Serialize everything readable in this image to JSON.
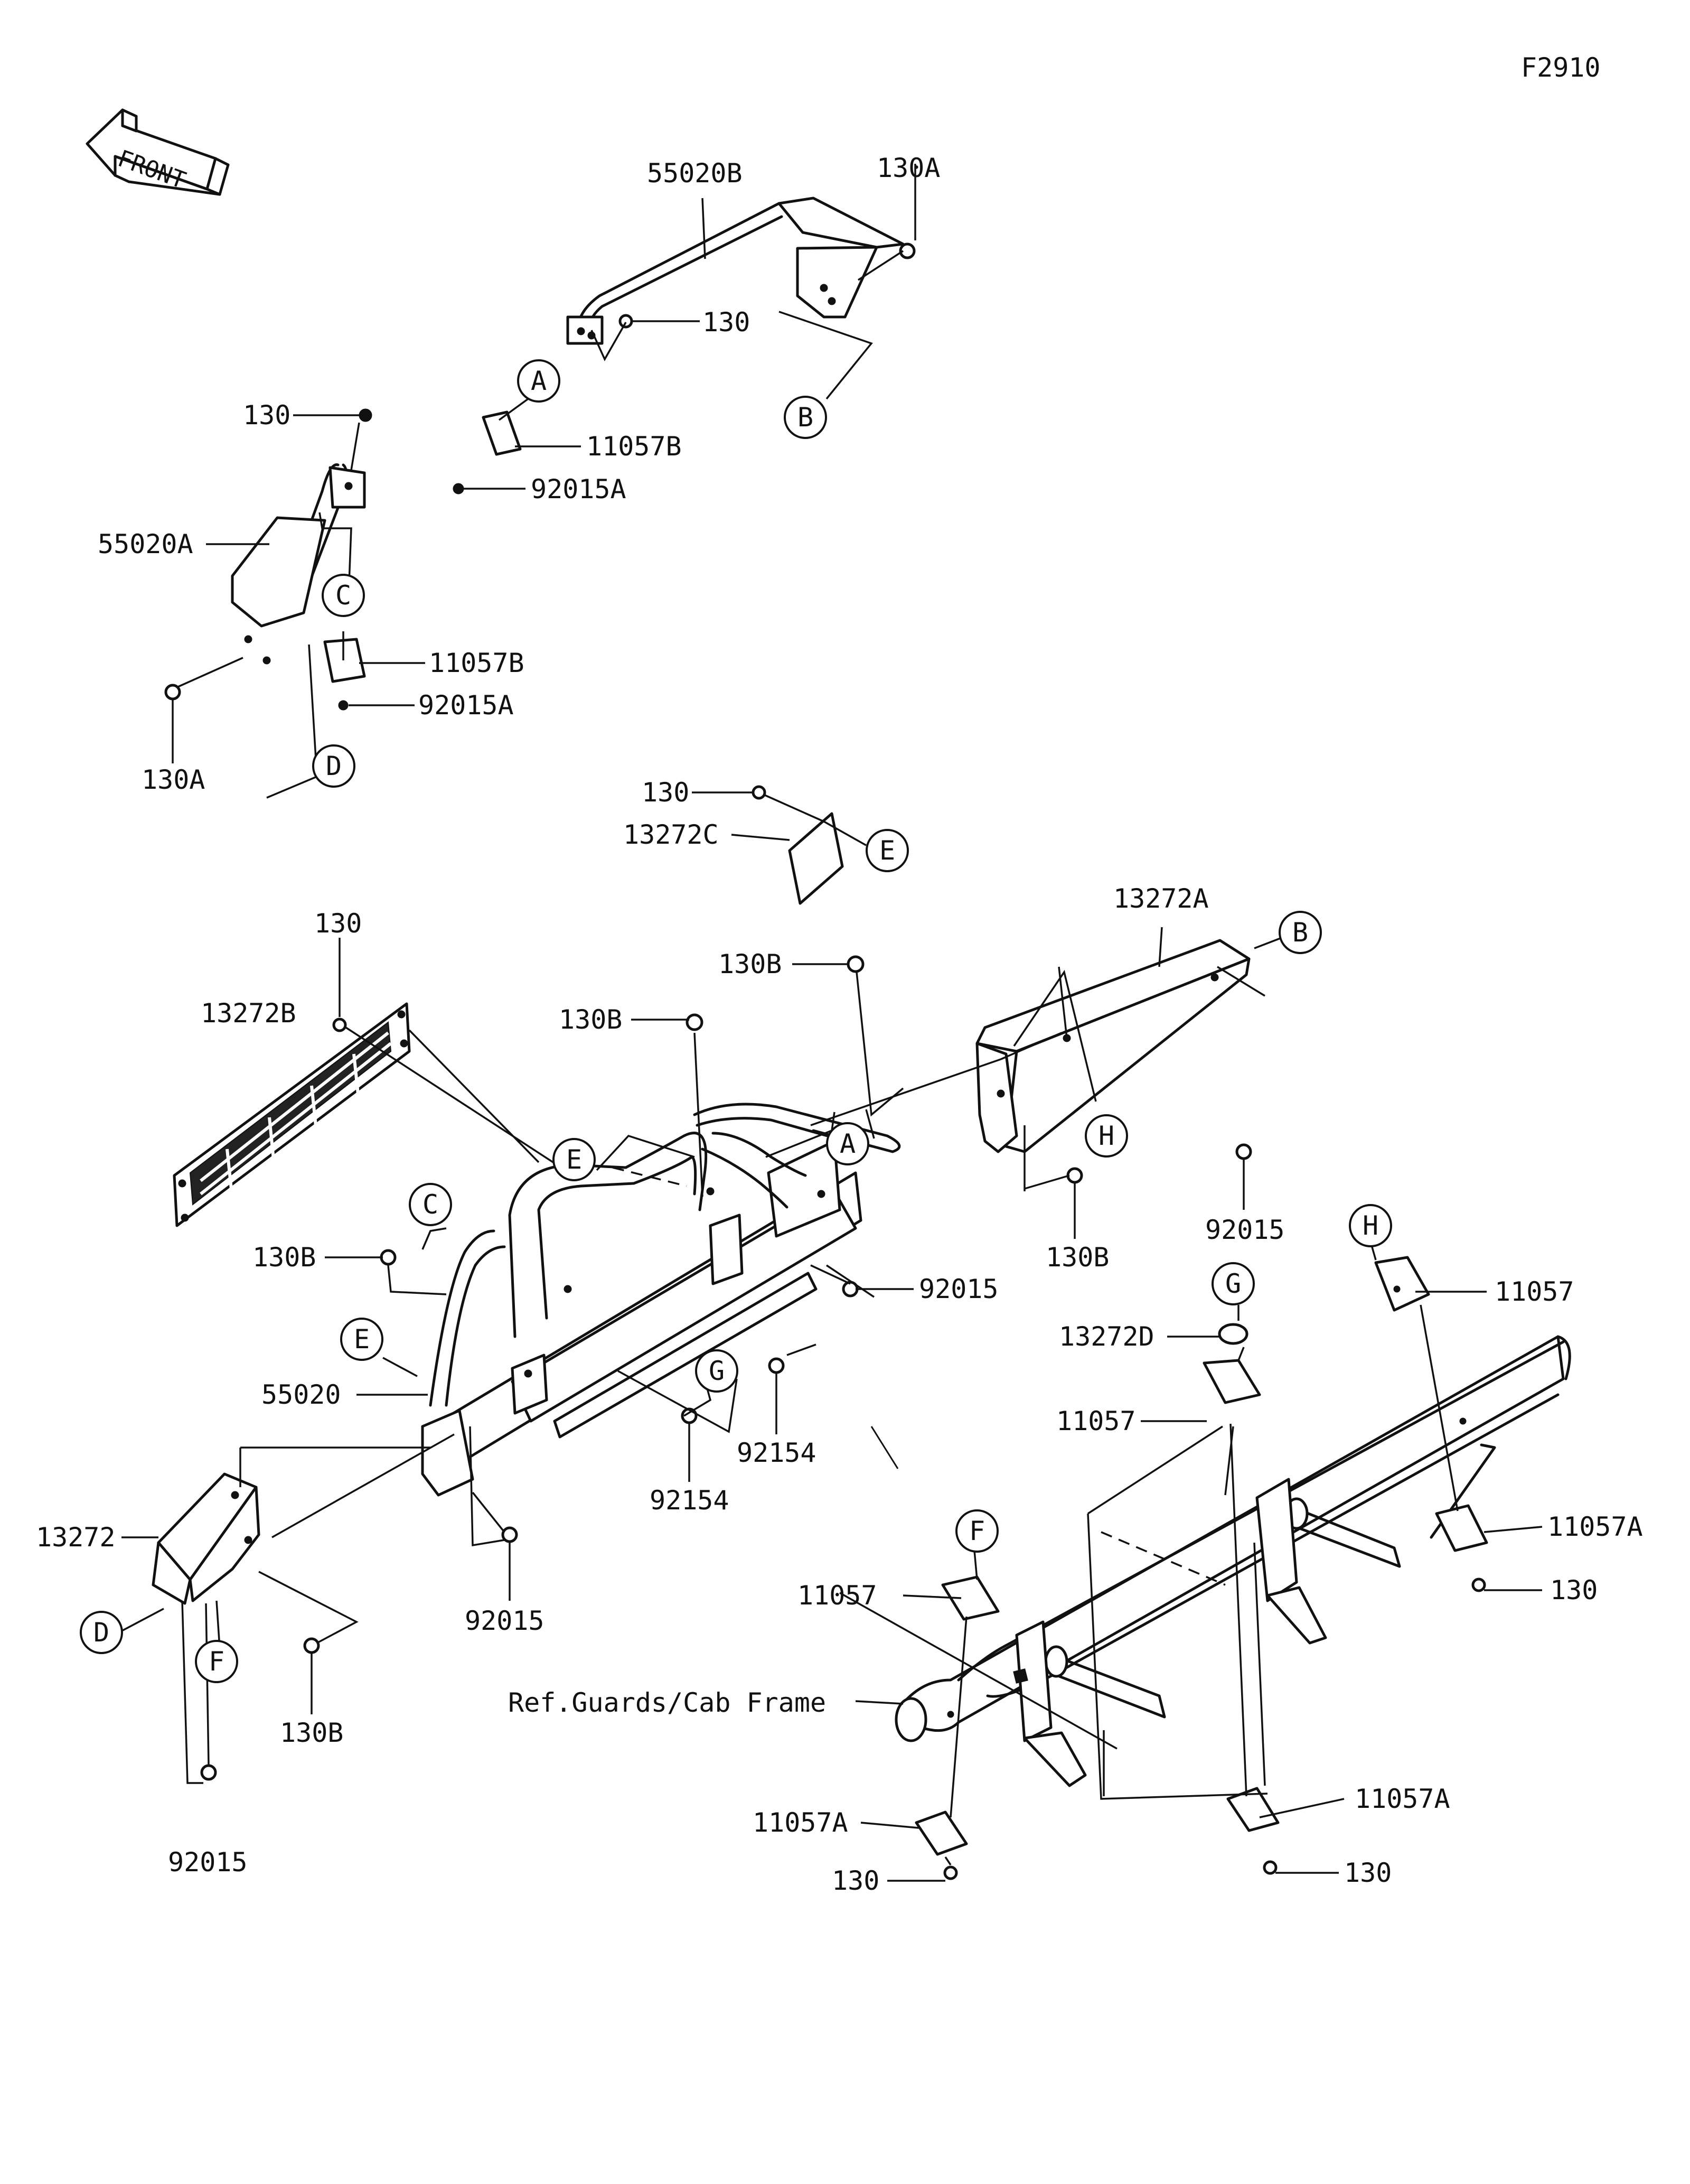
{
  "figure_code": "F2910",
  "front_arrow_label": "FRONT",
  "ref_note": "Ref.Guards/Cab Frame",
  "callouts": [
    {
      "id": "l-55020b",
      "text": "55020B"
    },
    {
      "id": "l-130a-top",
      "text": "130A"
    },
    {
      "id": "l-130-top",
      "text": "130"
    },
    {
      "id": "l-11057b-top",
      "text": "11057B"
    },
    {
      "id": "l-92015a-top",
      "text": "92015A"
    },
    {
      "id": "l-130-left",
      "text": "130"
    },
    {
      "id": "l-55020a",
      "text": "55020A"
    },
    {
      "id": "l-11057b-left",
      "text": "11057B"
    },
    {
      "id": "l-92015a-left",
      "text": "92015A"
    },
    {
      "id": "l-130a-left",
      "text": "130A"
    },
    {
      "id": "l-130-mid",
      "text": "130"
    },
    {
      "id": "l-13272c",
      "text": "13272C"
    },
    {
      "id": "l-13272a",
      "text": "13272A"
    },
    {
      "id": "l-130-grille",
      "text": "130"
    },
    {
      "id": "l-130b-top",
      "text": "130B"
    },
    {
      "id": "l-130b-mid",
      "text": "130B"
    },
    {
      "id": "l-13272b",
      "text": "13272B"
    },
    {
      "id": "l-92015-right",
      "text": "92015"
    },
    {
      "id": "l-130b-right",
      "text": "130B"
    },
    {
      "id": "l-130b-left",
      "text": "130B"
    },
    {
      "id": "l-92015-center",
      "text": "92015"
    },
    {
      "id": "l-55020",
      "text": "55020"
    },
    {
      "id": "l-92154-right",
      "text": "92154"
    },
    {
      "id": "l-92154-left",
      "text": "92154"
    },
    {
      "id": "l-13272",
      "text": "13272"
    },
    {
      "id": "l-92015-low",
      "text": "92015"
    },
    {
      "id": "l-130b-low",
      "text": "130B"
    },
    {
      "id": "l-92015-bottom",
      "text": "92015"
    },
    {
      "id": "l-11057-h",
      "text": "11057"
    },
    {
      "id": "l-13272d",
      "text": "13272D"
    },
    {
      "id": "l-11057-g",
      "text": "11057"
    },
    {
      "id": "l-11057a-right",
      "text": "11057A"
    },
    {
      "id": "l-130-right",
      "text": "130"
    },
    {
      "id": "l-11057-f",
      "text": "11057"
    },
    {
      "id": "l-11057a-bl",
      "text": "11057A"
    },
    {
      "id": "l-130-bl",
      "text": "130"
    },
    {
      "id": "l-11057a-br",
      "text": "11057A"
    },
    {
      "id": "l-130-br",
      "text": "130"
    }
  ],
  "letter_markers": [
    {
      "id": "m-a-top",
      "text": "A"
    },
    {
      "id": "m-b-top",
      "text": "B"
    },
    {
      "id": "m-c-top",
      "text": "C"
    },
    {
      "id": "m-d-top",
      "text": "D"
    },
    {
      "id": "m-e-top",
      "text": "E"
    },
    {
      "id": "m-b-right",
      "text": "B"
    },
    {
      "id": "m-e-center",
      "text": "E"
    },
    {
      "id": "m-a-center",
      "text": "A"
    },
    {
      "id": "m-h-center",
      "text": "H"
    },
    {
      "id": "m-c-center",
      "text": "C"
    },
    {
      "id": "m-e-left",
      "text": "E"
    },
    {
      "id": "m-g-center",
      "text": "G"
    },
    {
      "id": "m-d-bottom",
      "text": "D"
    },
    {
      "id": "m-f-bottom",
      "text": "F"
    },
    {
      "id": "m-h-right",
      "text": "H"
    },
    {
      "id": "m-g-right",
      "text": "G"
    },
    {
      "id": "m-f-right",
      "text": "F"
    }
  ]
}
